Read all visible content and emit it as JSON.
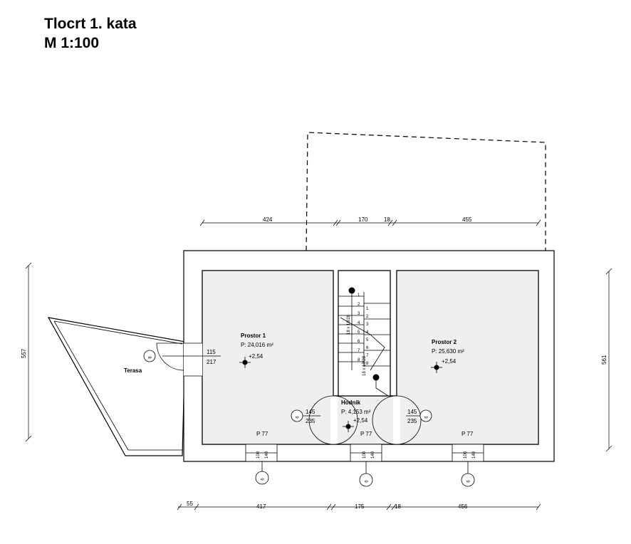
{
  "title": {
    "line1": "Tlocrt 1. kata",
    "line2": "M 1:100"
  },
  "dims_top": [
    "424",
    "170",
    "18",
    "455"
  ],
  "dims_bottom": [
    "55",
    "417",
    "175",
    "18",
    "456"
  ],
  "dim_left": "557",
  "dim_right": "561",
  "rooms": {
    "terasa": {
      "name": "Terasa"
    },
    "prostor1": {
      "name": "Prostor 1",
      "area": "P: 24,016 m²",
      "level": "+2,54"
    },
    "prostor2": {
      "name": "Prostor 2",
      "area": "P: 25,630 m²",
      "level": "+2,54"
    },
    "hodnik": {
      "name": "Hodnik",
      "area": "P: 4,153 m²",
      "level": "+2,54"
    }
  },
  "door_terrace": {
    "tag": "8",
    "width": "115",
    "height": "217"
  },
  "door_left": {
    "tag": "9",
    "width": "145",
    "height": "235"
  },
  "door_right": {
    "tag": "9",
    "width": "145",
    "height": "235"
  },
  "windows": [
    {
      "sill": "P 77",
      "w": "100",
      "h": "140",
      "tag": "9"
    },
    {
      "sill": "P 77",
      "w": "100",
      "h": "140",
      "tag": "9"
    },
    {
      "sill": "P 77",
      "w": "100",
      "h": "140",
      "tag": "9"
    }
  ],
  "stair": {
    "steps_upper": [
      "1",
      "2",
      "3",
      "4",
      "5",
      "6",
      "7",
      "8"
    ],
    "steps_lower": [
      "1",
      "2",
      "3",
      "4",
      "5",
      "6",
      "7",
      "8"
    ],
    "note_upper": "18 x 18/28",
    "note_lower": "18 x 18/28"
  }
}
